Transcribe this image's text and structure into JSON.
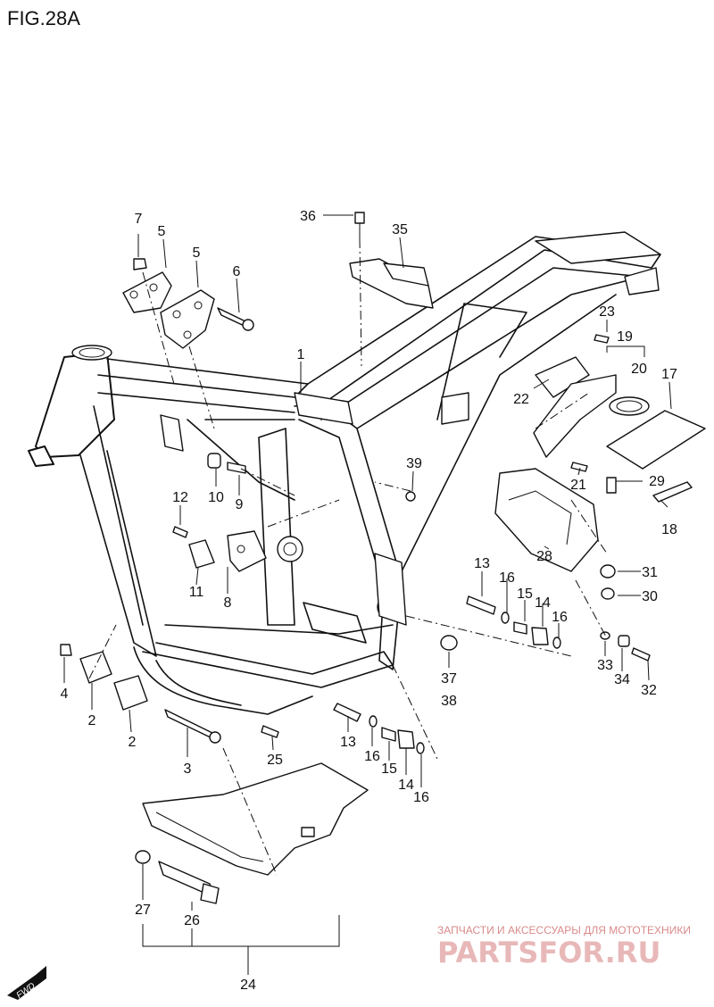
{
  "title": "FIG.28A",
  "watermark": {
    "tagline": "ЗАПЧАСТИ И АКСЕССУАРЫ ДЛЯ МОТОТЕХНИКИ",
    "logo_text": "PARTSFOR.RU"
  },
  "fwd_badge": "FWD",
  "callouts": {
    "c1": "1",
    "c2a": "2",
    "c2b": "2",
    "c3": "3",
    "c4": "4",
    "c5a": "5",
    "c5b": "5",
    "c6": "6",
    "c7": "7",
    "c8": "8",
    "c9": "9",
    "c10": "10",
    "c11": "11",
    "c12": "12",
    "c13a": "13",
    "c13b": "13",
    "c14a": "14",
    "c14b": "14",
    "c15a": "15",
    "c15b": "15",
    "c16a": "16",
    "c16b": "16",
    "c16c": "16",
    "c16d": "16",
    "c17": "17",
    "c18": "18",
    "c19": "19",
    "c20": "20",
    "c21": "21",
    "c22": "22",
    "c23": "23",
    "c24": "24",
    "c25": "25",
    "c26": "26",
    "c27": "27",
    "c28": "28",
    "c29": "29",
    "c30": "30",
    "c31": "31",
    "c32": "32",
    "c33": "33",
    "c34": "34",
    "c35": "35",
    "c36": "36",
    "c37": "37",
    "c38": "38",
    "c39": "39"
  }
}
